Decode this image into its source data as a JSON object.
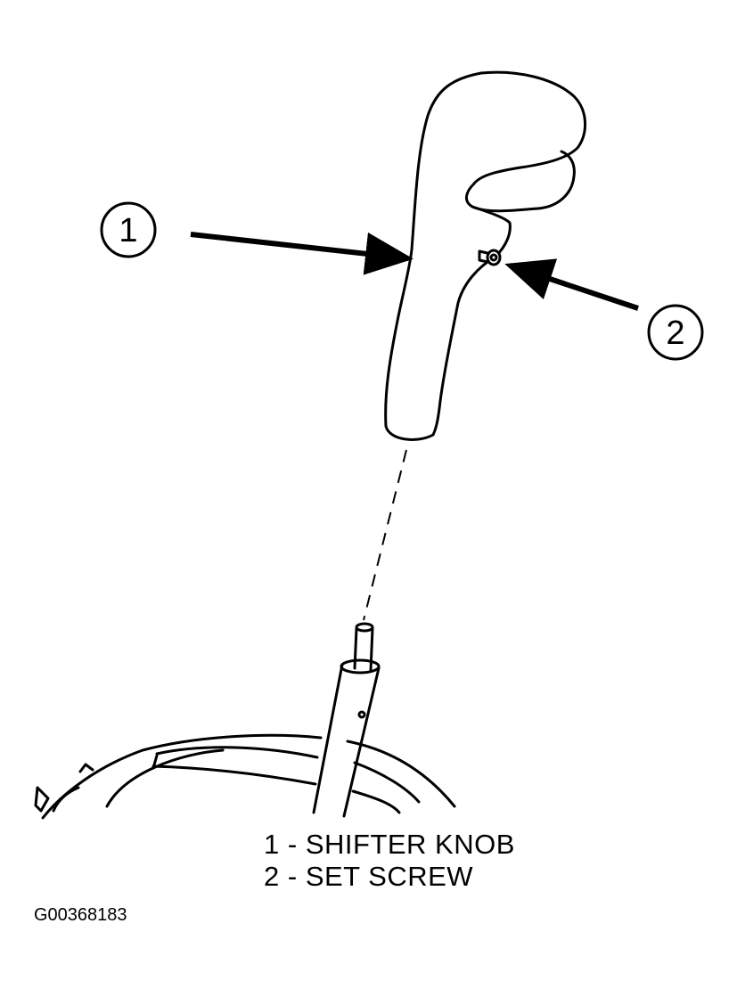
{
  "callouts": [
    {
      "number": "1",
      "label": "SHIFTER KNOB"
    },
    {
      "number": "2",
      "label": "SET SCREW"
    }
  ],
  "legend": {
    "row1_number": "1",
    "row1_separator": "-",
    "row1_label": "SHIFTER KNOB",
    "row2_number": "2",
    "row2_separator": "-",
    "row2_label": "SET SCREW"
  },
  "figure_id": "G00368183",
  "colors": {
    "ink": "#000000",
    "paper": "#ffffff"
  }
}
